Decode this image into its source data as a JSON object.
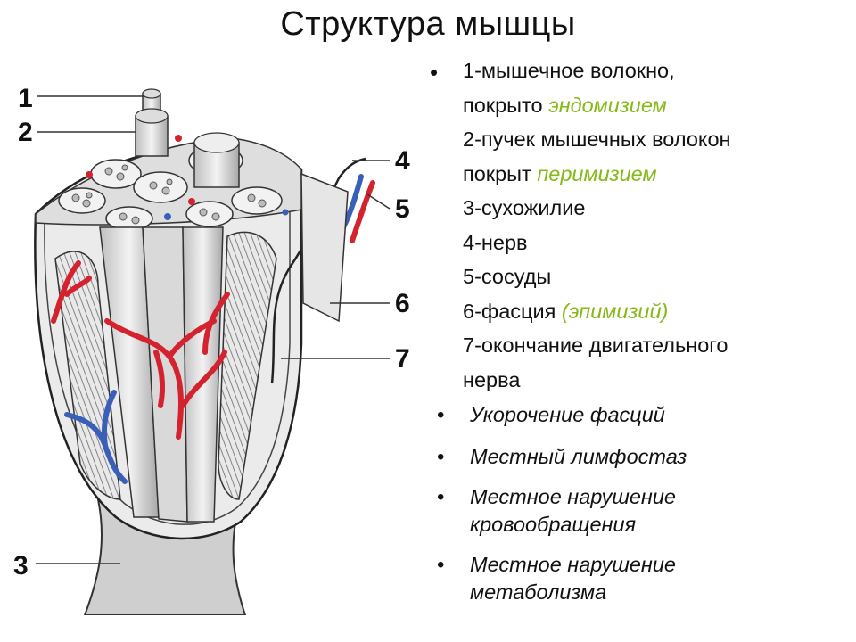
{
  "slide": {
    "title": "Структура мышцы"
  },
  "figure": {
    "labels": [
      "1",
      "2",
      "3",
      "4",
      "5",
      "6",
      "7"
    ]
  },
  "legend": {
    "bullet": "•",
    "items": [
      {
        "text": "1-мышечное волокно,"
      },
      {
        "prefix": "покрыто ",
        "highlight": "эндомизием"
      },
      {
        "text": "2-пучек мышечных волокон"
      },
      {
        "prefix": "покрыт ",
        "highlight": "перимизием"
      },
      {
        "text": "3-сухожилие"
      },
      {
        "text": "4-нерв"
      },
      {
        "text": "5-сосуды"
      },
      {
        "prefix": "6-фасция ",
        "highlight": "(эпимизий)"
      },
      {
        "text": "7-окончание двигательного"
      },
      {
        "text": "нерва"
      }
    ]
  },
  "bullets": {
    "marker": "•",
    "items": [
      {
        "line1": "Укорочение фасций"
      },
      {
        "line1": "Местный лимфостаз"
      },
      {
        "line1": "Местное нарушение",
        "line2": "кровообращения"
      },
      {
        "line1": "Местное нарушение",
        "line2": "метаболизма"
      }
    ]
  },
  "colors": {
    "highlight": "#86b817",
    "artery": "#d4222e",
    "vein": "#3a5fb8"
  }
}
